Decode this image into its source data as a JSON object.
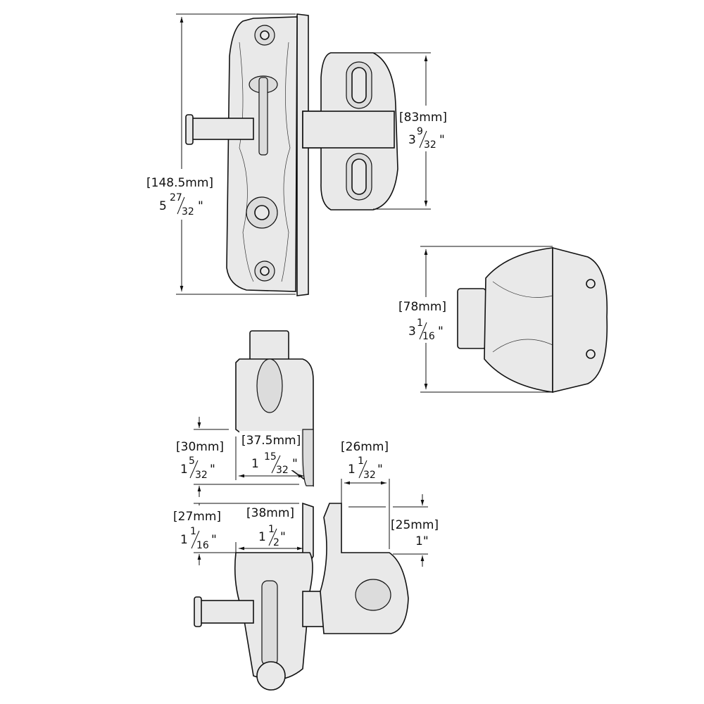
{
  "dimensions": {
    "height_total": {
      "mm": "[148.5mm]",
      "whole": "5",
      "num": "27",
      "den": "32",
      "unit": "\""
    },
    "keeper_height": {
      "mm": "[83mm]",
      "whole": "3",
      "num": "9",
      "den": "32",
      "unit": "\""
    },
    "side_height": {
      "mm": "[78mm]",
      "whole": "3",
      "num": "1",
      "den": "16",
      "unit": "\""
    },
    "top_depth": {
      "mm": "[30mm]",
      "whole": "1",
      "num": "5",
      "den": "32",
      "unit": "\""
    },
    "top_width": {
      "mm": "[37.5mm]",
      "whole": "1",
      "num": "15",
      "den": "32",
      "unit": "\""
    },
    "keeper_width": {
      "mm": "[26mm]",
      "whole": "1",
      "num": "1",
      "den": "32",
      "unit": "\""
    },
    "lower_depth": {
      "mm": "[27mm]",
      "whole": "1",
      "num": "1",
      "den": "16",
      "unit": "\""
    },
    "lower_width": {
      "mm": "[38mm]",
      "whole": "1",
      "num": "1",
      "den": "2",
      "unit": "\""
    },
    "keeper_depth": {
      "mm": "[25mm]",
      "unit": "1\""
    }
  },
  "colors": {
    "line": "#111111",
    "fill": "#e9e9e9"
  }
}
